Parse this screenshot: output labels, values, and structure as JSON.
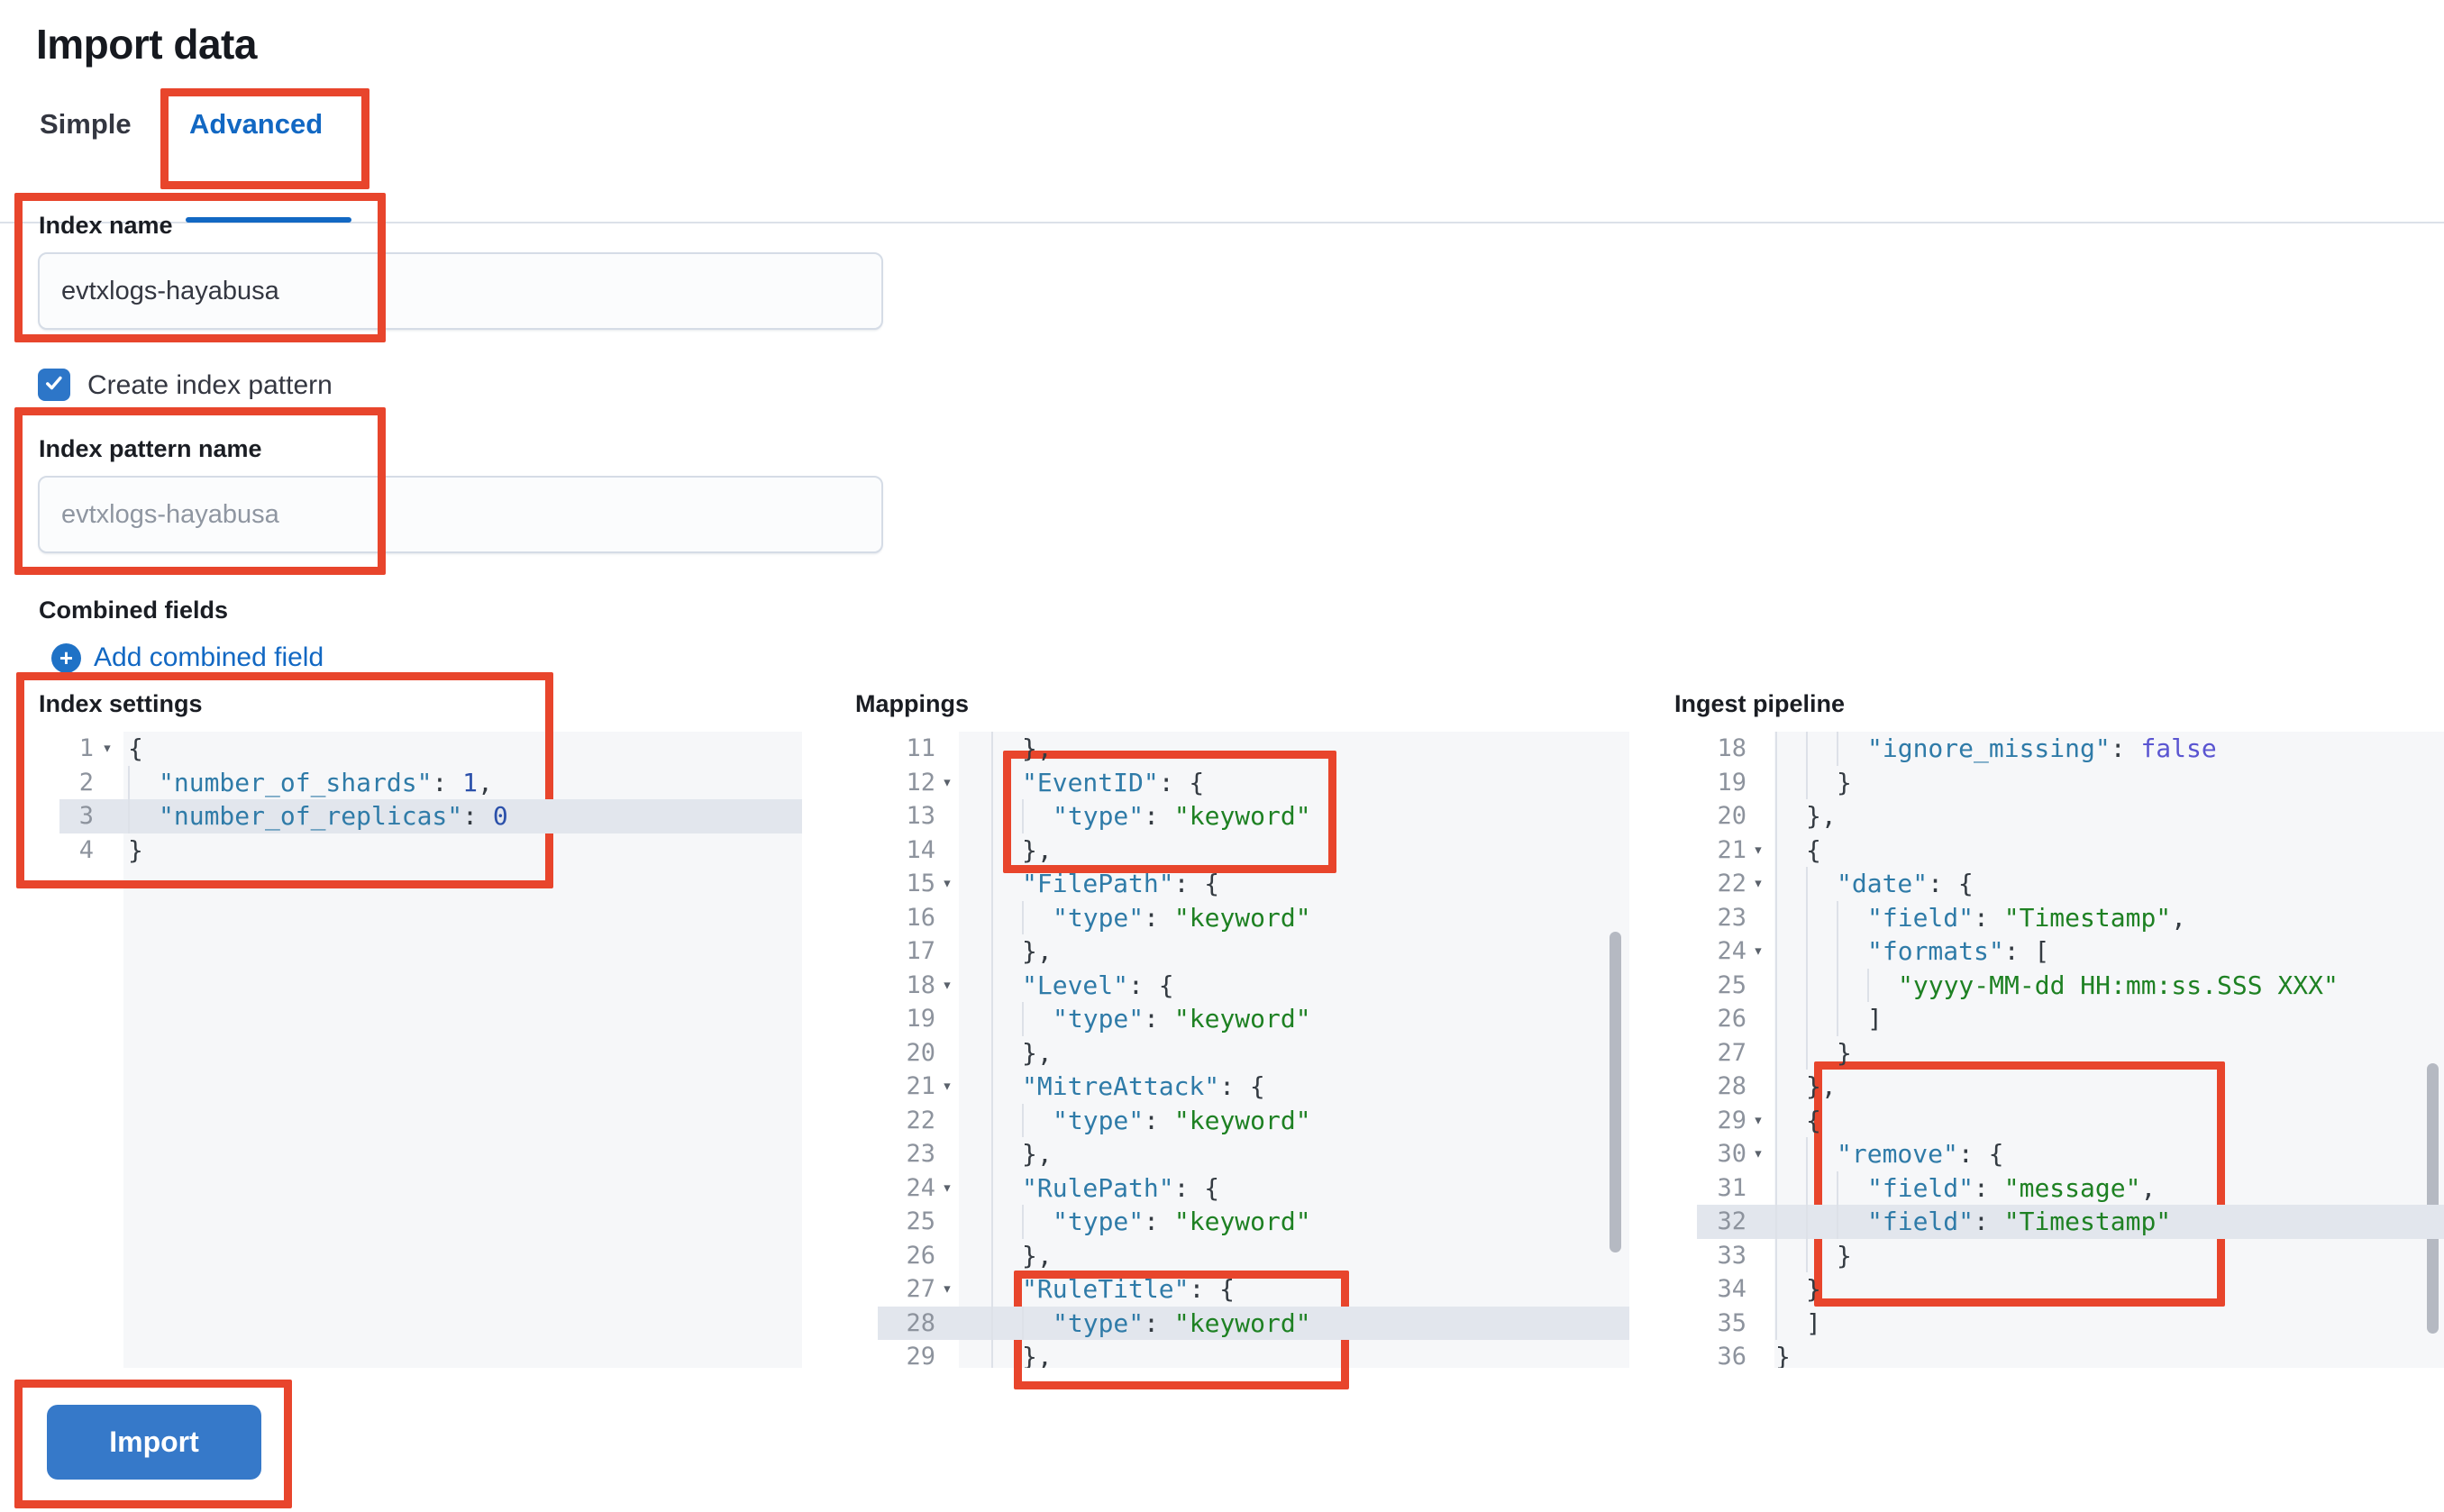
{
  "page": {
    "title": "Import data"
  },
  "tabs": {
    "simple": "Simple",
    "advanced": "Advanced",
    "selected": "Advanced"
  },
  "form": {
    "index_name": {
      "label": "Index name",
      "value": "evtxlogs-hayabusa"
    },
    "create_index_pattern": {
      "label": "Create index pattern",
      "checked": true
    },
    "index_pattern_name": {
      "label": "Index pattern name",
      "placeholder": "evtxlogs-hayabusa"
    },
    "combined_fields": {
      "label": "Combined fields",
      "add_link": "Add combined field"
    }
  },
  "import_button": {
    "label": "Import"
  },
  "colors": {
    "accent_blue": "#1268c3",
    "import_button_blue": "#3679c9",
    "checkbox_blue": "#2d76c8",
    "annotation_red": "#e8452c",
    "editor_background": "#f6f7f9",
    "editor_highlight_row": "#e2e6ed",
    "syntax_key": "#2f7ba8",
    "syntax_string": "#1e8123",
    "syntax_number": "#2b50aa",
    "syntax_boolean": "#5a55d1"
  },
  "editors": [
    {
      "id": "index-settings",
      "label": "Index settings",
      "highlight_line": 3,
      "lines": [
        {
          "n": 1,
          "fold": true,
          "indent": 0,
          "tokens": [
            [
              "p",
              "{"
            ]
          ]
        },
        {
          "n": 2,
          "fold": false,
          "indent": 1,
          "tokens": [
            [
              "k",
              "\"number_of_shards\""
            ],
            [
              "p",
              ": "
            ],
            [
              "n",
              "1"
            ],
            [
              "p",
              ","
            ]
          ]
        },
        {
          "n": 3,
          "fold": false,
          "indent": 1,
          "hl": true,
          "tokens": [
            [
              "k",
              "\"number_of_replicas\""
            ],
            [
              "p",
              ": "
            ],
            [
              "n",
              "0"
            ]
          ]
        },
        {
          "n": 4,
          "fold": false,
          "indent": 0,
          "tokens": [
            [
              "p",
              "}"
            ]
          ]
        }
      ]
    },
    {
      "id": "mappings",
      "label": "Mappings",
      "highlight_line": 28,
      "lines": [
        {
          "n": 11,
          "fold": false,
          "indent": 1,
          "tokens": [
            [
              "p",
              "},"
            ]
          ]
        },
        {
          "n": 12,
          "fold": true,
          "indent": 1,
          "tokens": [
            [
              "k",
              "\"EventID\""
            ],
            [
              "p",
              ": {"
            ]
          ]
        },
        {
          "n": 13,
          "fold": false,
          "indent": 2,
          "tokens": [
            [
              "k",
              "\"type\""
            ],
            [
              "p",
              ": "
            ],
            [
              "s",
              "\"keyword\""
            ]
          ]
        },
        {
          "n": 14,
          "fold": false,
          "indent": 1,
          "tokens": [
            [
              "p",
              "},"
            ]
          ]
        },
        {
          "n": 15,
          "fold": true,
          "indent": 1,
          "tokens": [
            [
              "k",
              "\"FilePath\""
            ],
            [
              "p",
              ": {"
            ]
          ]
        },
        {
          "n": 16,
          "fold": false,
          "indent": 2,
          "tokens": [
            [
              "k",
              "\"type\""
            ],
            [
              "p",
              ": "
            ],
            [
              "s",
              "\"keyword\""
            ]
          ]
        },
        {
          "n": 17,
          "fold": false,
          "indent": 1,
          "tokens": [
            [
              "p",
              "},"
            ]
          ]
        },
        {
          "n": 18,
          "fold": true,
          "indent": 1,
          "tokens": [
            [
              "k",
              "\"Level\""
            ],
            [
              "p",
              ": {"
            ]
          ]
        },
        {
          "n": 19,
          "fold": false,
          "indent": 2,
          "tokens": [
            [
              "k",
              "\"type\""
            ],
            [
              "p",
              ": "
            ],
            [
              "s",
              "\"keyword\""
            ]
          ]
        },
        {
          "n": 20,
          "fold": false,
          "indent": 1,
          "tokens": [
            [
              "p",
              "},"
            ]
          ]
        },
        {
          "n": 21,
          "fold": true,
          "indent": 1,
          "tokens": [
            [
              "k",
              "\"MitreAttack\""
            ],
            [
              "p",
              ": {"
            ]
          ]
        },
        {
          "n": 22,
          "fold": false,
          "indent": 2,
          "tokens": [
            [
              "k",
              "\"type\""
            ],
            [
              "p",
              ": "
            ],
            [
              "s",
              "\"keyword\""
            ]
          ]
        },
        {
          "n": 23,
          "fold": false,
          "indent": 1,
          "tokens": [
            [
              "p",
              "},"
            ]
          ]
        },
        {
          "n": 24,
          "fold": true,
          "indent": 1,
          "tokens": [
            [
              "k",
              "\"RulePath\""
            ],
            [
              "p",
              ": {"
            ]
          ]
        },
        {
          "n": 25,
          "fold": false,
          "indent": 2,
          "tokens": [
            [
              "k",
              "\"type\""
            ],
            [
              "p",
              ": "
            ],
            [
              "s",
              "\"keyword\""
            ]
          ]
        },
        {
          "n": 26,
          "fold": false,
          "indent": 1,
          "tokens": [
            [
              "p",
              "},"
            ]
          ]
        },
        {
          "n": 27,
          "fold": true,
          "indent": 1,
          "tokens": [
            [
              "k",
              "\"RuleTitle\""
            ],
            [
              "p",
              ": {"
            ]
          ]
        },
        {
          "n": 28,
          "fold": false,
          "indent": 2,
          "hl": true,
          "tokens": [
            [
              "k",
              "\"type\""
            ],
            [
              "p",
              ": "
            ],
            [
              "s",
              "\"keyword\""
            ]
          ]
        },
        {
          "n": 29,
          "fold": false,
          "indent": 1,
          "tokens": [
            [
              "p",
              "},"
            ]
          ]
        }
      ]
    },
    {
      "id": "ingest-pipeline",
      "label": "Ingest pipeline",
      "highlight_line": 32,
      "lines": [
        {
          "n": 18,
          "fold": false,
          "indent": 3,
          "tokens": [
            [
              "k",
              "\"ignore_missing\""
            ],
            [
              "p",
              ": "
            ],
            [
              "b",
              "false"
            ]
          ]
        },
        {
          "n": 19,
          "fold": false,
          "indent": 2,
          "tokens": [
            [
              "p",
              "}"
            ]
          ]
        },
        {
          "n": 20,
          "fold": false,
          "indent": 1,
          "tokens": [
            [
              "p",
              "},"
            ]
          ]
        },
        {
          "n": 21,
          "fold": true,
          "indent": 1,
          "tokens": [
            [
              "p",
              "{"
            ]
          ]
        },
        {
          "n": 22,
          "fold": true,
          "indent": 2,
          "tokens": [
            [
              "k",
              "\"date\""
            ],
            [
              "p",
              ": {"
            ]
          ]
        },
        {
          "n": 23,
          "fold": false,
          "indent": 3,
          "tokens": [
            [
              "k",
              "\"field\""
            ],
            [
              "p",
              ": "
            ],
            [
              "s",
              "\"Timestamp\""
            ],
            [
              "p",
              ","
            ]
          ]
        },
        {
          "n": 24,
          "fold": true,
          "indent": 3,
          "tokens": [
            [
              "k",
              "\"formats\""
            ],
            [
              "p",
              ": ["
            ]
          ]
        },
        {
          "n": 25,
          "fold": false,
          "indent": 4,
          "tokens": [
            [
              "s",
              "\"yyyy-MM-dd HH:mm:ss.SSS XXX\""
            ]
          ]
        },
        {
          "n": 26,
          "fold": false,
          "indent": 3,
          "tokens": [
            [
              "p",
              "]"
            ]
          ]
        },
        {
          "n": 27,
          "fold": false,
          "indent": 2,
          "tokens": [
            [
              "p",
              "}"
            ]
          ]
        },
        {
          "n": 28,
          "fold": false,
          "indent": 1,
          "tokens": [
            [
              "p",
              "},"
            ]
          ]
        },
        {
          "n": 29,
          "fold": true,
          "indent": 1,
          "tokens": [
            [
              "p",
              "{"
            ]
          ]
        },
        {
          "n": 30,
          "fold": true,
          "indent": 2,
          "tokens": [
            [
              "k",
              "\"remove\""
            ],
            [
              "p",
              ": {"
            ]
          ]
        },
        {
          "n": 31,
          "fold": false,
          "indent": 3,
          "tokens": [
            [
              "k",
              "\"field\""
            ],
            [
              "p",
              ": "
            ],
            [
              "s",
              "\"message\""
            ],
            [
              "p",
              ","
            ]
          ]
        },
        {
          "n": 32,
          "fold": false,
          "indent": 3,
          "hl": true,
          "tokens": [
            [
              "k",
              "\"field\""
            ],
            [
              "p",
              ": "
            ],
            [
              "s",
              "\"Timestamp\""
            ]
          ]
        },
        {
          "n": 33,
          "fold": false,
          "indent": 2,
          "tokens": [
            [
              "p",
              "}"
            ]
          ]
        },
        {
          "n": 34,
          "fold": false,
          "indent": 1,
          "tokens": [
            [
              "p",
              "}"
            ]
          ]
        },
        {
          "n": 35,
          "fold": false,
          "indent": 1,
          "tokens": [
            [
              "p",
              "]"
            ]
          ]
        },
        {
          "n": 36,
          "fold": false,
          "indent": 0,
          "tokens": [
            [
              "p",
              "}"
            ]
          ]
        }
      ]
    }
  ]
}
